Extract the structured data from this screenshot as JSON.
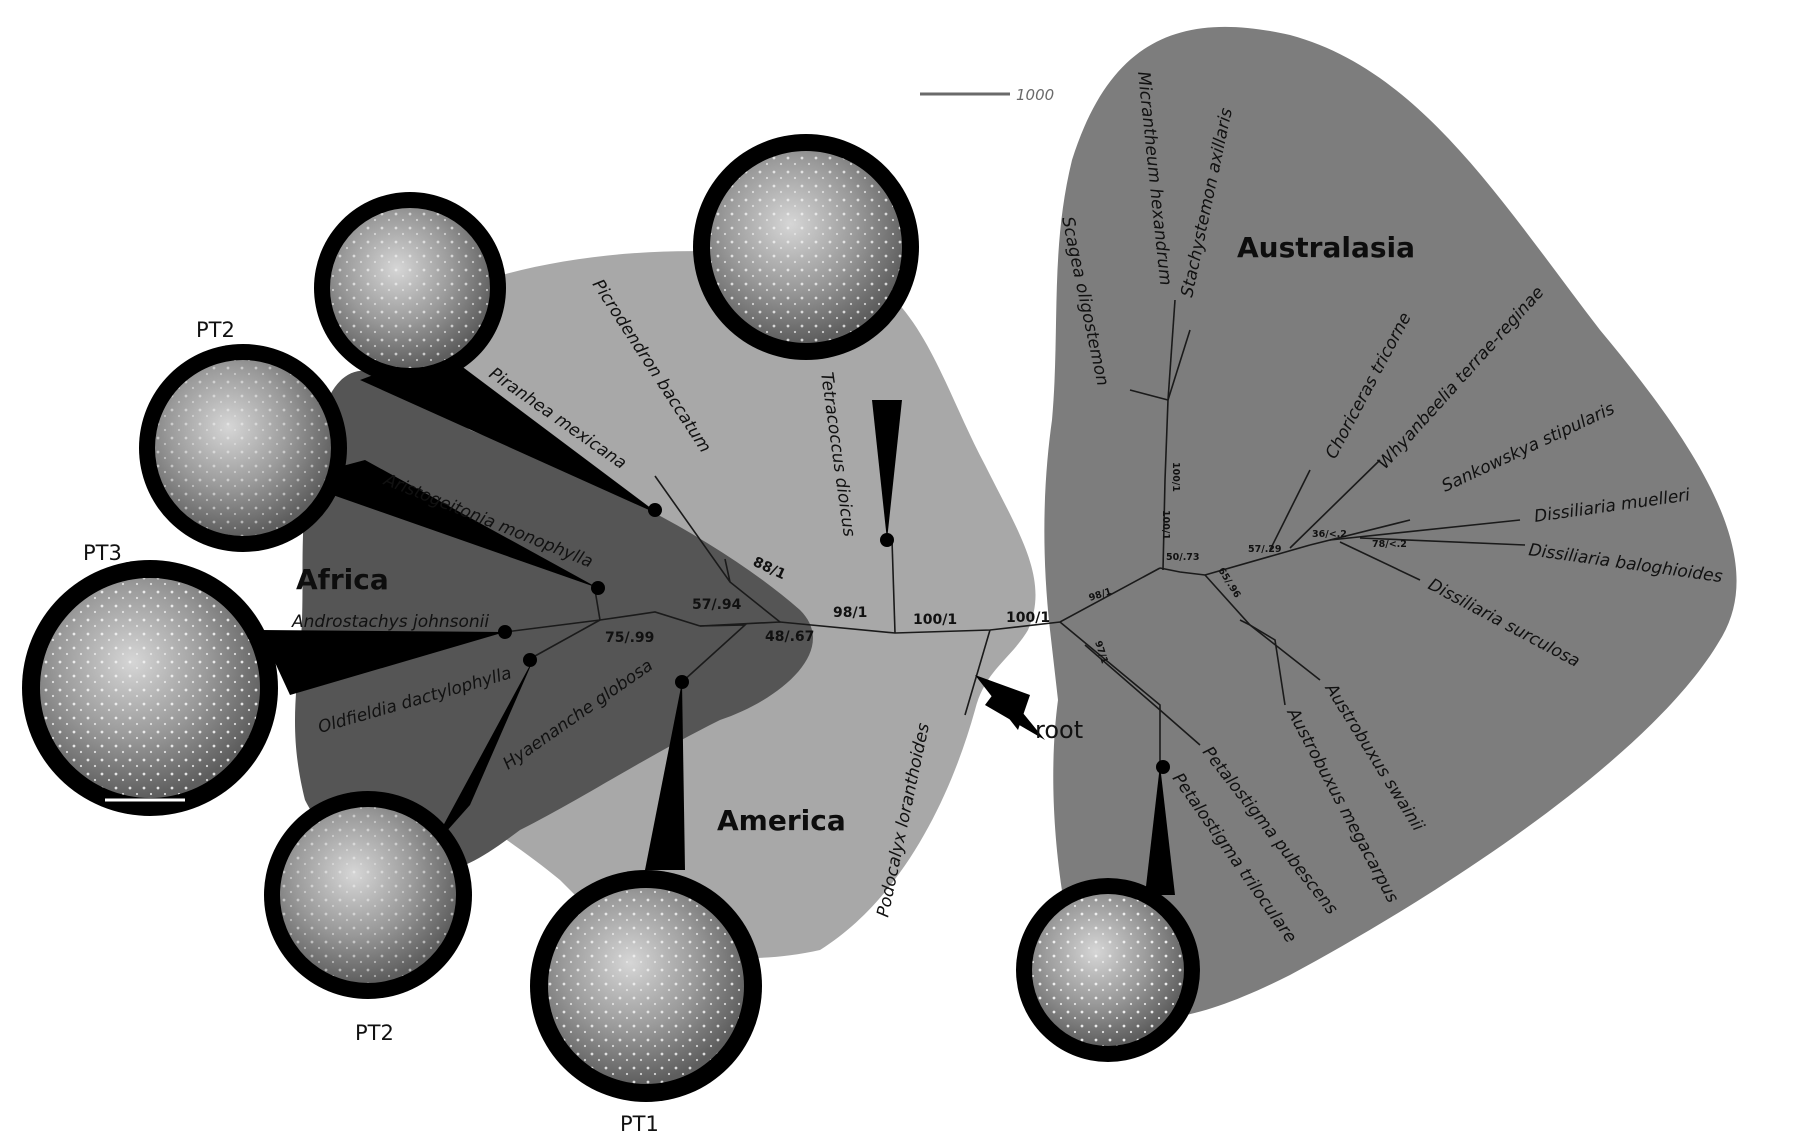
{
  "regions": {
    "australasia": "Australasia",
    "africa": "Africa",
    "america": "America"
  },
  "scale_bar": {
    "label": "1000"
  },
  "root_label": "root",
  "pollen_types": {
    "pt2_top": "PT2",
    "pt3": "PT3",
    "pt2_bottom": "PT2",
    "pt1": "PT1"
  },
  "taxa": {
    "piranhea": "Piranhea mexicana",
    "picrodendron": "Picrodendron baccatum",
    "tetracoccus": "Tetracoccus dioicus",
    "aristogeitonia": "Aristogeitonia monophylla",
    "androstachys": "Androstachys johnsonii",
    "oldfieldia": "Oldfieldia dactylophylla",
    "hyaenanche": "Hyaenanche globosa",
    "podocalyx": "Podocalyx loranthoides",
    "scagea": "Scagea oligostemon",
    "micrantheum": "Micrantheum hexandrum",
    "stachystemon": "Stachystemon axillaris",
    "choriceras": "Choriceras tricorne",
    "whyanbeelia": "Whyanbeelia terrae-reginae",
    "sankowskya": "Sankowskya stipularis",
    "muelleri": "Dissiliaria muelleri",
    "baloghioides": "Dissiliaria baloghioides",
    "surculosa": "Dissiliaria surculosa",
    "swainii": "Austrobuxus swainii",
    "megacarpus": "Austrobuxus megacarpus",
    "pubescens": "Petalostigma pubescens",
    "triloculare": "Petalostigma triloculare"
  },
  "supports": {
    "s88": "88/1",
    "s98": "98/1",
    "s100a": "100/1",
    "s100b": "100/1",
    "s57": "57/.94",
    "s75": "75/.99",
    "s48": "48/.67",
    "s98r": "98/1",
    "s97": "97/1",
    "s50": "50/.73",
    "s57r": "57/.29",
    "s36": "36/<.2",
    "s78": "78/<.2",
    "s65": "65/.96",
    "s100v1": "100/1",
    "s100v2": "100/1"
  },
  "colors": {
    "australasia_fill": "#7d7d7d",
    "america_fill": "#a8a8a8",
    "africa_fill": "#555555",
    "pollen_frame": "#000000",
    "branch": "#1a1a1a"
  }
}
